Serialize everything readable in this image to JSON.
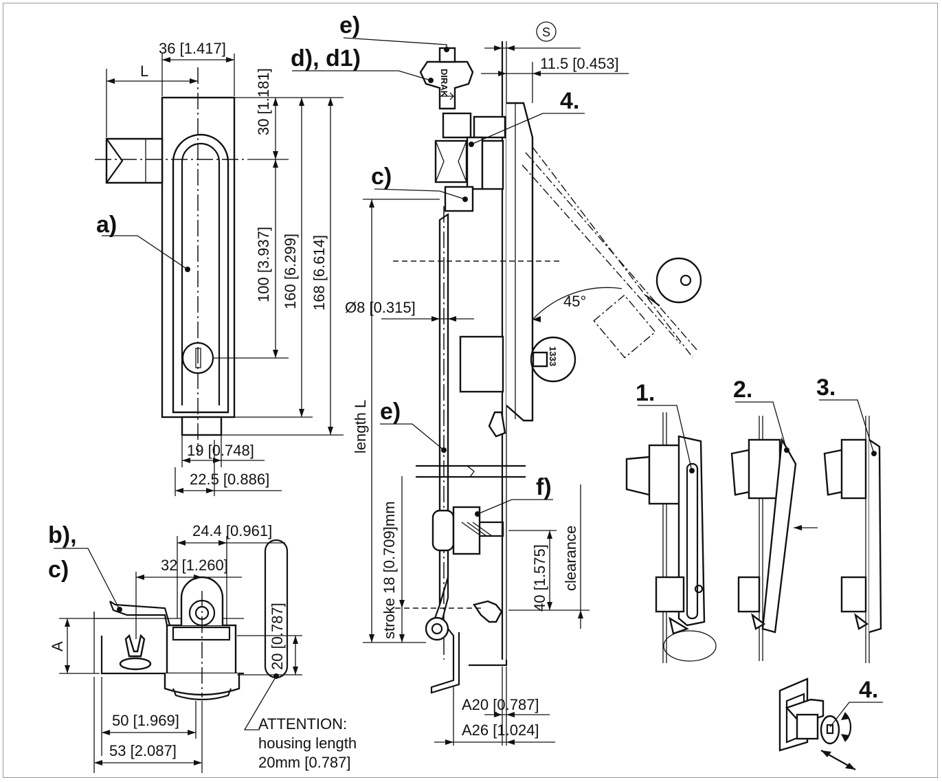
{
  "labels": {
    "a": "a)",
    "b": "b),",
    "c_left": "c)",
    "c_mid": "c)",
    "d": "d), d1)",
    "e_top": "e)",
    "e_rod": "e)",
    "f": "f)",
    "step1": "1.",
    "step2": "2.",
    "step3": "3.",
    "step4_top": "4.",
    "step4_bottom": "4.",
    "s_symbol": "S"
  },
  "dimensions": {
    "L_top": "L",
    "w36": "36 [1.417]",
    "h30": "30 [1.181]",
    "h100": "100 [3.937]",
    "h160": "160 [6.299]",
    "h168": "168 [6.614]",
    "w19": "19 [0.748]",
    "w22_5": "22.5 [0.886]",
    "w24_4": "24.4 [0.961]",
    "w32": "32 [1.260]",
    "A": "A",
    "h20": "20 [0.787]",
    "w50": "50 [1.969]",
    "w53": "53 [2.087]",
    "w11_5": "11.5 [0.453]",
    "dia8": "Ø8 [0.315]",
    "angle45": "45°",
    "lengthL": "length L",
    "stroke": "stroke 18 [0.709]mm",
    "h40": "40 [1.575]",
    "clearance": "clearance",
    "A20": "A20 [0.787]",
    "A26": "A26 [1.024]"
  },
  "note": {
    "line1": "ATTENTION:",
    "line2": "housing length",
    "line3": "20mm [0.787]"
  },
  "markings": {
    "brand": "DIRAK",
    "key_number": "1333"
  }
}
